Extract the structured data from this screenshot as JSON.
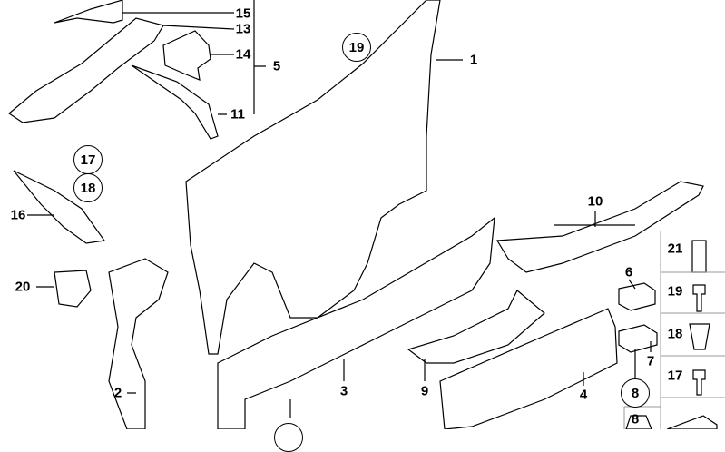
{
  "labels": {
    "l15": "15",
    "l13": "13",
    "l14": "14",
    "l5": "5",
    "l11": "11",
    "c19": "19",
    "l1": "1",
    "c17": "17",
    "c18": "18",
    "l16": "16",
    "l10": "10",
    "l20": "20",
    "l21": "21",
    "l6": "6",
    "l19": "19",
    "l18": "18",
    "l7": "7",
    "l3": "3",
    "l9": "9",
    "l2": "2",
    "l4": "4",
    "c8": "8",
    "l17": "17",
    "l8": "8"
  }
}
